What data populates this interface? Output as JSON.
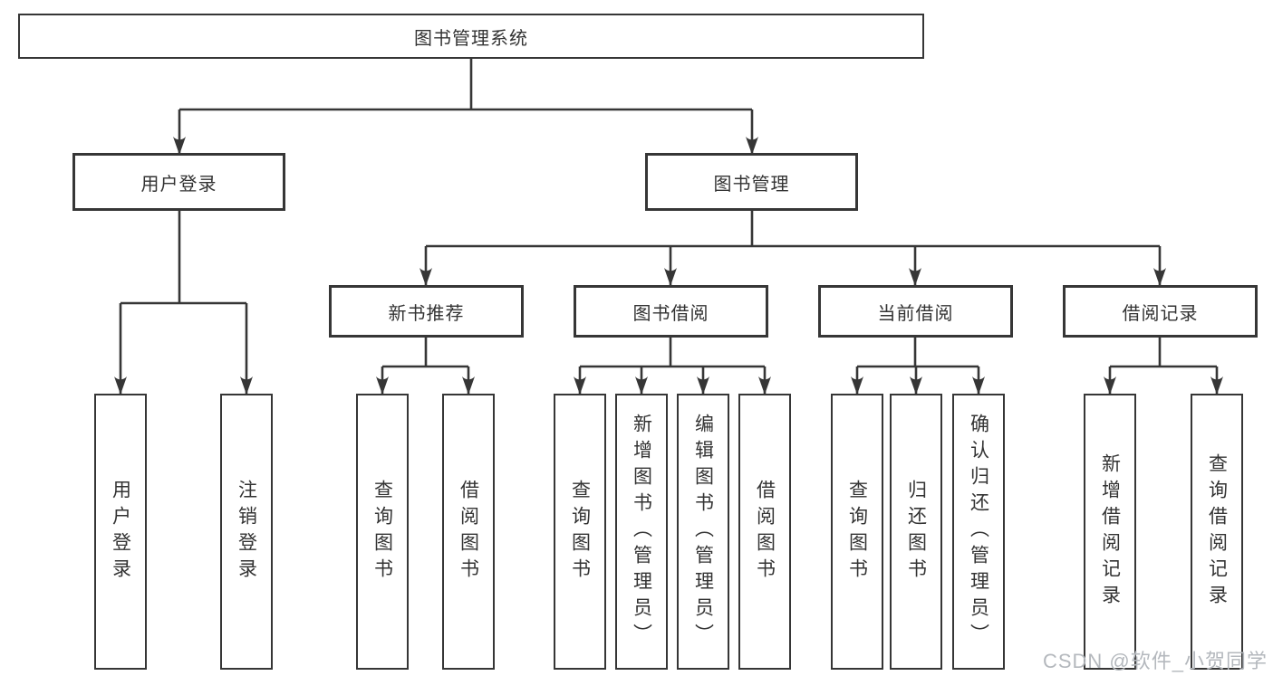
{
  "diagram": {
    "title": "图书管理系统",
    "branches": [
      {
        "label": "用户登录",
        "children": [
          {
            "label": "用户登录"
          },
          {
            "label": "注销登录"
          }
        ]
      },
      {
        "label": "图书管理",
        "children": [
          {
            "label": "新书推荐",
            "children": [
              {
                "label": "查询图书"
              },
              {
                "label": "借阅图书"
              }
            ]
          },
          {
            "label": "图书借阅",
            "children": [
              {
                "label": "查询图书"
              },
              {
                "label": "新增图书（管理员）"
              },
              {
                "label": "编辑图书（管理员）"
              },
              {
                "label": "借阅图书"
              }
            ]
          },
          {
            "label": "当前借阅",
            "children": [
              {
                "label": "查询图书"
              },
              {
                "label": "归还图书"
              },
              {
                "label": "确认归还（管理员）"
              }
            ]
          },
          {
            "label": "借阅记录",
            "children": [
              {
                "label": "新增借阅记录"
              },
              {
                "label": "查询借阅记录"
              }
            ]
          }
        ]
      }
    ]
  },
  "watermark": {
    "text": "CSDN @软件_小贺同学"
  },
  "colors": {
    "line": "#363636",
    "box_border": "#363636",
    "text": "#333333",
    "watermark": "#b4b8bd",
    "background": "#ffffff"
  }
}
